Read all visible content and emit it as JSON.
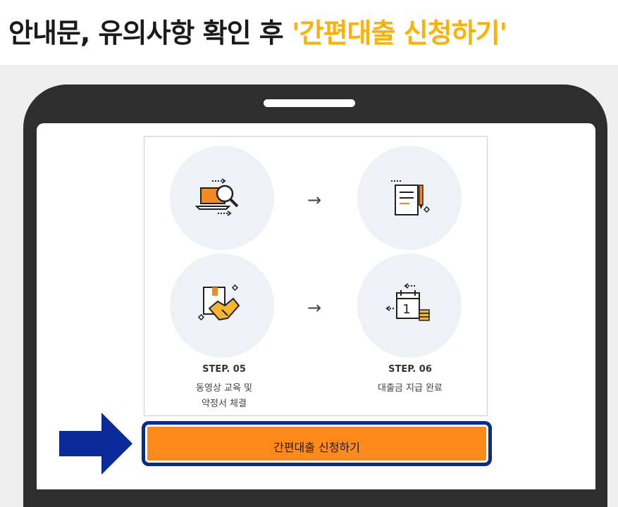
{
  "headline": {
    "prefix": "안내문, 유의사항 확인 후 ",
    "highlight": "'간편대출 신청하기'"
  },
  "steps": {
    "step5": {
      "title": "STEP. 05",
      "line1": "동영상 교육 및",
      "line2": "약정서 체결"
    },
    "step6": {
      "title": "STEP. 06",
      "line1": "대출금 지급 완료"
    },
    "arrow": "→"
  },
  "calendar_day": "1",
  "apply_button": {
    "label": "간편대출 신청하기"
  },
  "colors": {
    "highlight": "#ffb000",
    "button": "#ff8a1a",
    "button_border": "#0b2a8f",
    "pointer": "#0b2a9a",
    "phone": "#2e2e2e"
  }
}
